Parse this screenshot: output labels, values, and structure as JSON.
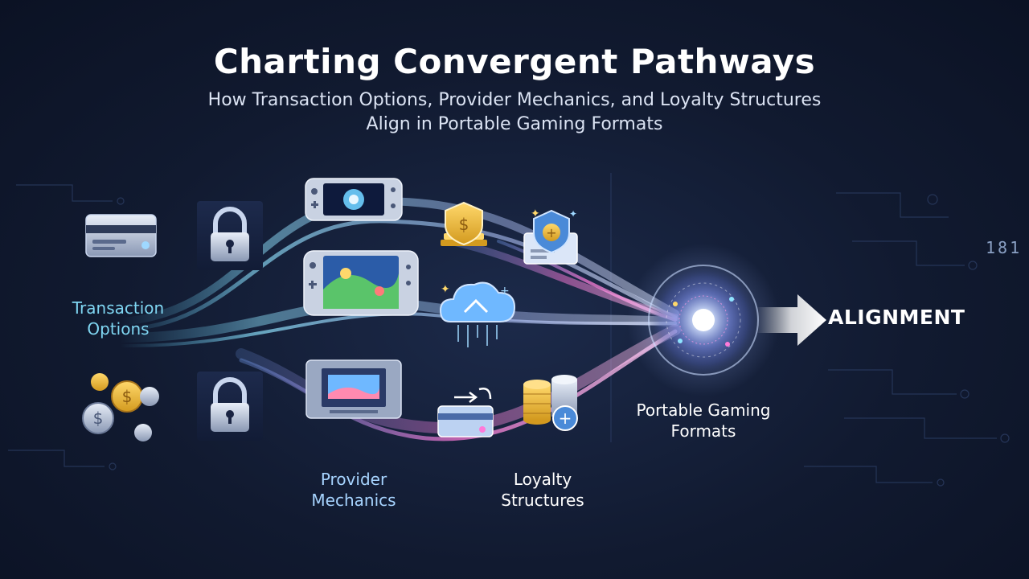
{
  "title": "Charting Convergent Pathways",
  "subtitle": "How Transaction Options, Provider Mechanics, and Loyalty Structures Align in Portable Gaming Formats",
  "labels": {
    "transaction": "Transaction Options",
    "provider": "Provider Mechanics",
    "loyalty": "Loyalty Structures",
    "portable": "Portable Gaming Formats",
    "alignment": "ALIGNMENT"
  },
  "deco_code": "181",
  "icons": [
    "credit-card-icon",
    "padlock-icon",
    "coins-icon",
    "handheld-console-icon",
    "shield-coin-icon",
    "loyalty-badge-icon",
    "cloud-icon",
    "card-transfer-icon",
    "coin-stack-icon",
    "convergence-orb-icon",
    "arrow-right-icon"
  ],
  "colors": {
    "cyan": "#5fd3ff",
    "pink": "#ff7ad9",
    "orb": "#c9dcff",
    "background": "#111a30"
  }
}
